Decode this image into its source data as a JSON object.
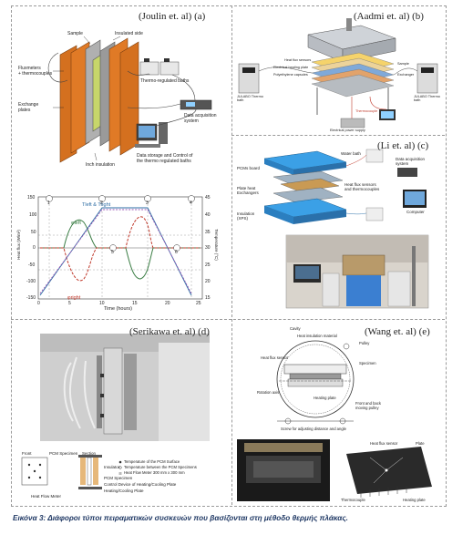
{
  "panels": {
    "a": {
      "title": "(Joulin et. al) (a)",
      "labels": {
        "sample": "Sample",
        "insulated_side": "Insulated side",
        "fluxmeters": "Fluxmeters\n+ thermocouples",
        "exchange": "Exchange\nplates",
        "baths": "Thermo-regulated baths",
        "daq": "Data acquisition\nsystem",
        "storage": "Data storage and Control of\nthe thermo regulated baths",
        "insulation": "Inch insulation"
      }
    },
    "b": {
      "title": "(Aadmi et. al) (b)",
      "labels": {
        "bath_left": "JULABO Thermo\nbath",
        "bath_right": "JULABO Thermo\nbath",
        "heat_flux": "Heat flux sensors",
        "electrical_heating": "Electrical heating plate",
        "polyethylene": "Polyethylene capsules",
        "sample": "Sample",
        "exchanger": "Exchanger",
        "thermocouple": "Thermocouple",
        "power": "Electrical power supply"
      }
    },
    "c": {
      "title": "(Li et. al) (c)",
      "labels": {
        "pcm_board": "PCMs board",
        "water_bath": "Water bath",
        "daq": "Data acquisition\nsystem",
        "plate_heat": "Plate heat\nExchangers",
        "sensors": "Heat flux sensors\nand thermocouples",
        "insulation": "Insulation\n(XPS)",
        "computer": "Computer"
      }
    },
    "d": {
      "title": "(Serikawa et. al) (d)",
      "labels": {
        "front": "Front",
        "pcm_specimen": "PCM Specimen",
        "section": "Section",
        "insulator": "Insulator",
        "heat_flow_meter": "Heat Flow Meter",
        "legend1": "Temperature of the PCM Surface",
        "legend2": "Temperature between the PCM Specimens",
        "legend3": "Heat Flow Meter 300 mm x 300 mm",
        "pcm_spec2": "PCM Specimen",
        "control": "Control Device of Heating/Cooling Plate",
        "plate": "Heating/Cooling Plate"
      }
    },
    "e": {
      "title": "(Wang et. al) (e)",
      "labels": {
        "cavity": "Cavity",
        "heat_insul": "Heat insulation material",
        "pulley": "Pulley",
        "sensor": "Heat flux sensor",
        "specimen": "Specimen",
        "rotation": "Rotation axis",
        "heating": "Heating plate",
        "front_back": "Front and back\nmoving pulley",
        "screw": "Screw for adjusting distance and angle",
        "hf_sensor": "Heat flux sensor",
        "plate": "Plate",
        "thermocouple": "Thermocouple",
        "heating_plate": "Heating plate"
      }
    }
  },
  "chart": {
    "xlabel": "Time (hours)",
    "ylabel": "Heat flux (W/m²)",
    "y2label": "Temperature (°C)",
    "xticks": [
      "0",
      "5",
      "10",
      "15",
      "20",
      "25"
    ],
    "yticks": [
      "150",
      "100",
      "50",
      "0",
      "-50",
      "-100",
      "-150"
    ],
    "y2ticks": [
      "45",
      "40",
      "35",
      "30",
      "25",
      "20",
      "15"
    ],
    "legend_left": "φleft",
    "legend_right": "φright",
    "legend_temp": "Tleft & Tright",
    "markers": [
      "1",
      "2",
      "3",
      "4",
      "5",
      "6"
    ],
    "colors": {
      "left": "#3a7d44",
      "right": "#c0392b",
      "temp_left": "#2e6da4",
      "temp_right": "#9b59b6"
    }
  },
  "caption": "Εικόνα 3: Διάφοροι τύποι πειραματικών συσκευών που βασίζονται στη μέθοδο θερμής πλάκας."
}
